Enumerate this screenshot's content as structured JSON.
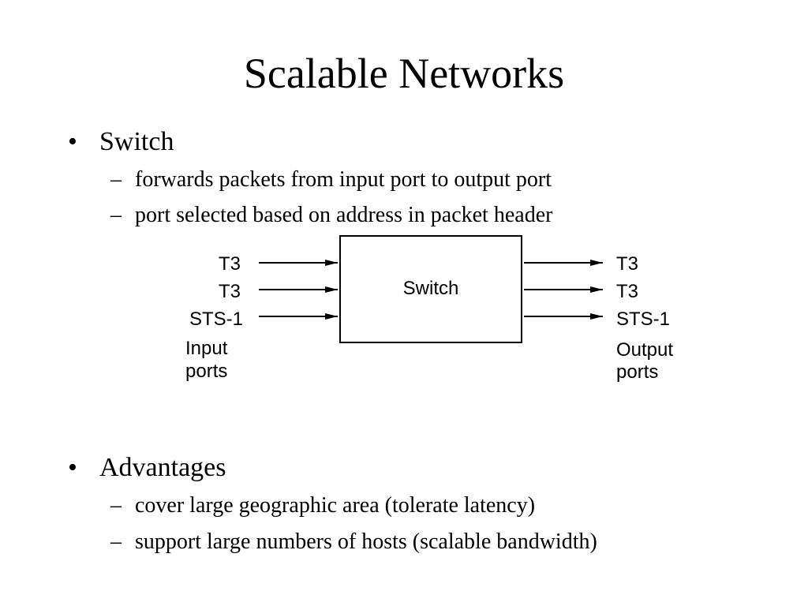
{
  "slide": {
    "title": "Scalable Networks",
    "bullets": [
      {
        "mark": "•",
        "text": "Switch",
        "subs": [
          {
            "mark": "–",
            "text": "forwards packets from input port to output port"
          },
          {
            "mark": "–",
            "text": "port selected based on address in packet header"
          }
        ]
      },
      {
        "mark": "•",
        "text": "Advantages",
        "subs": [
          {
            "mark": "–",
            "text": "cover large geographic area (tolerate latency)"
          },
          {
            "mark": "–",
            "text": "support large numbers of hosts (scalable bandwidth)"
          }
        ]
      }
    ]
  },
  "diagram": {
    "box_label": "Switch",
    "input_ports": [
      "T3",
      "T3",
      "STS-1"
    ],
    "output_ports": [
      "T3",
      "T3",
      "STS-1"
    ],
    "input_caption": [
      "Input",
      "ports"
    ],
    "output_caption": [
      "Output",
      "ports"
    ]
  }
}
